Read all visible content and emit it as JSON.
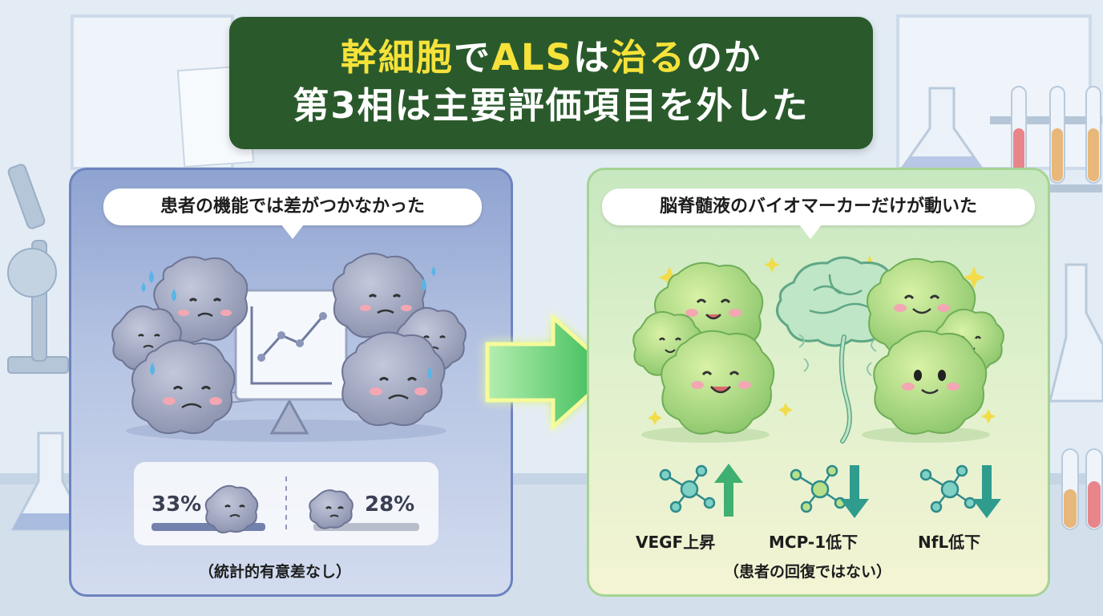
{
  "title": {
    "line1_parts": [
      {
        "text": "幹細胞",
        "highlight": true
      },
      {
        "text": "で",
        "highlight": false
      },
      {
        "text": "ALS",
        "highlight": true
      },
      {
        "text": "は",
        "highlight": false
      },
      {
        "text": "治る",
        "highlight": true
      },
      {
        "text": "のか",
        "highlight": false
      }
    ],
    "line2": "第3相は主要評価項目を外した"
  },
  "left_panel": {
    "bubble": "患者の機能では差がつかなかった",
    "stat_a": "33%",
    "stat_b": "28%",
    "caption": "（統計的有意差なし）",
    "icons": [
      "sad-cell-icon",
      "chart-icon",
      "seesaw-icon",
      "sweat-drop-icon"
    ]
  },
  "right_panel": {
    "bubble": "脳脊髄液のバイオマーカーだけが動いた",
    "biomarkers": [
      {
        "label": "VEGF上昇",
        "direction": "up"
      },
      {
        "label": "MCP-1低下",
        "direction": "down"
      },
      {
        "label": "NfL低下",
        "direction": "down"
      }
    ],
    "caption": "（患者の回復ではない）",
    "icons": [
      "happy-cell-icon",
      "brain-icon",
      "molecule-icon",
      "sparkle-icon"
    ]
  },
  "colors": {
    "title_bg": "#2a5a2c",
    "title_highlight": "#f6e23a",
    "left_panel": "#8fa3d1",
    "right_panel": "#c7e8c0",
    "arrow": "#4cc85a",
    "up_arrow": "#3fb071",
    "down_arrow": "#2f9c8e"
  }
}
